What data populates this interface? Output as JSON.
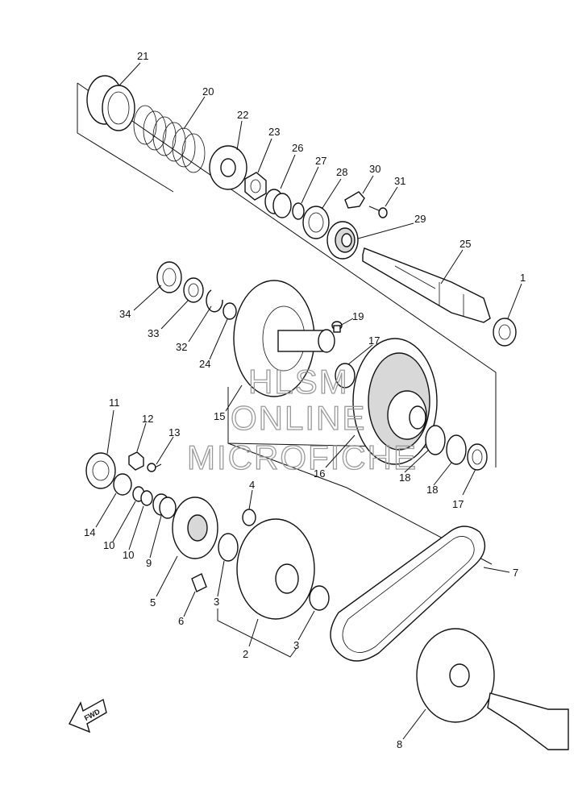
{
  "diagram": {
    "callouts": [
      {
        "id": "c21",
        "text": "21"
      },
      {
        "id": "c20",
        "text": "20"
      },
      {
        "id": "c22",
        "text": "22"
      },
      {
        "id": "c23",
        "text": "23"
      },
      {
        "id": "c26",
        "text": "26"
      },
      {
        "id": "c27",
        "text": "27"
      },
      {
        "id": "c28",
        "text": "28"
      },
      {
        "id": "c30",
        "text": "30"
      },
      {
        "id": "c31",
        "text": "31"
      },
      {
        "id": "c29",
        "text": "29"
      },
      {
        "id": "c25",
        "text": "25"
      },
      {
        "id": "c1",
        "text": "1"
      },
      {
        "id": "c34",
        "text": "34"
      },
      {
        "id": "c33",
        "text": "33"
      },
      {
        "id": "c32",
        "text": "32"
      },
      {
        "id": "c24",
        "text": "24"
      },
      {
        "id": "c19",
        "text": "19"
      },
      {
        "id": "c17a",
        "text": "17"
      },
      {
        "id": "c15",
        "text": "15"
      },
      {
        "id": "c16",
        "text": "16"
      },
      {
        "id": "c18a",
        "text": "18"
      },
      {
        "id": "c18b",
        "text": "18"
      },
      {
        "id": "c17b",
        "text": "17"
      },
      {
        "id": "c11",
        "text": "11"
      },
      {
        "id": "c12",
        "text": "12"
      },
      {
        "id": "c13",
        "text": "13"
      },
      {
        "id": "c14",
        "text": "14"
      },
      {
        "id": "c10a",
        "text": "10"
      },
      {
        "id": "c10b",
        "text": "10"
      },
      {
        "id": "c9",
        "text": "9"
      },
      {
        "id": "c4",
        "text": "4"
      },
      {
        "id": "c5",
        "text": "5"
      },
      {
        "id": "c3a",
        "text": "3"
      },
      {
        "id": "c6",
        "text": "6"
      },
      {
        "id": "c2",
        "text": "2"
      },
      {
        "id": "c3b",
        "text": "3"
      },
      {
        "id": "c7",
        "text": "7"
      },
      {
        "id": "c8",
        "text": "8"
      }
    ],
    "watermark": [
      "HLSM",
      "ONLINE",
      "MICROFICHE"
    ],
    "fwd_label": "FWD"
  }
}
